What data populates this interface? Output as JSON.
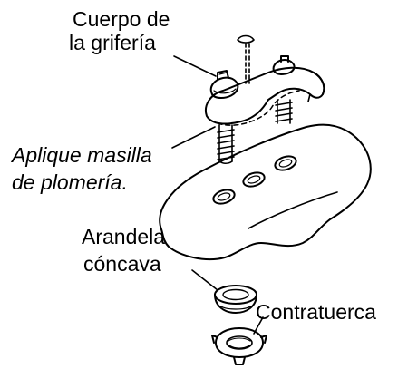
{
  "labels": {
    "faucet_body": [
      "Cuerpo de",
      "la grifería"
    ],
    "putty": [
      "Aplique masilla",
      "de plomería."
    ],
    "washer": [
      "Arandela",
      "cóncava"
    ],
    "locknut": "Contratuerca"
  },
  "colors": {
    "ink": "#000000",
    "background": "#ffffff"
  }
}
